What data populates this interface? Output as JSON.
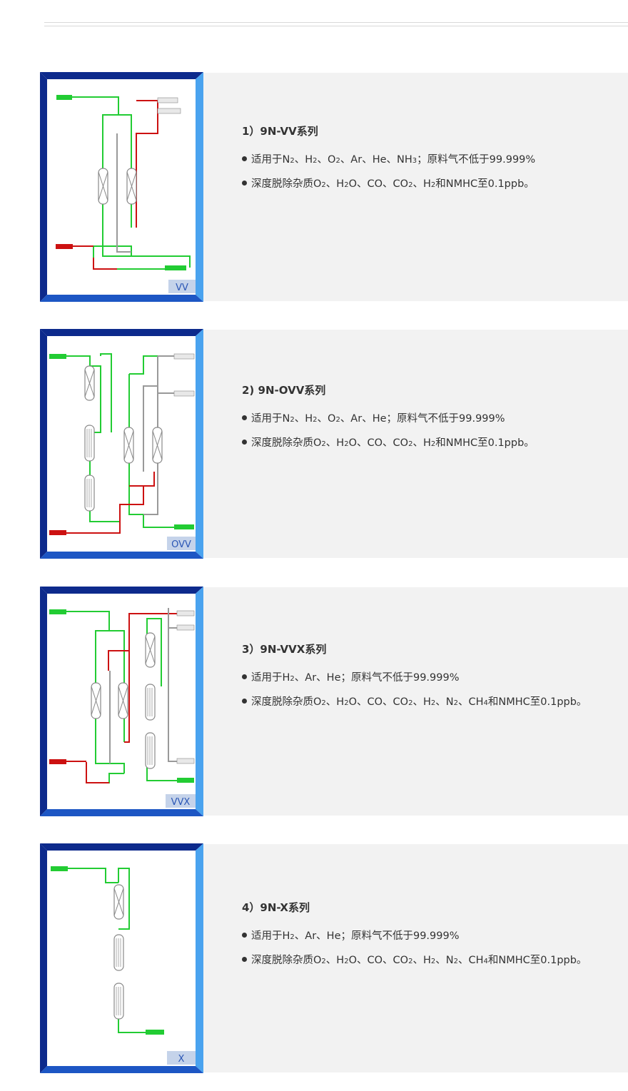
{
  "series": [
    {
      "title": "1）9N-VV系列",
      "diagram_label": "VV",
      "bullets": [
        [
          "适用于N",
          "2",
          "、H",
          "2",
          "、O",
          "2",
          "、Ar、He、NH",
          "3",
          "；原料气不低于99.999%"
        ],
        [
          "深度脱除杂质O",
          "2",
          "、H",
          "2",
          "O、CO、CO",
          "2",
          "、H",
          "2",
          "和NMHC至0.1ppb。"
        ]
      ]
    },
    {
      "title": "2) 9N-OVV系列",
      "diagram_label": "OVV",
      "bullets": [
        [
          "适用于N",
          "2",
          "、H",
          "2",
          "、O",
          "2",
          "、Ar、He；原料气不低于99.999%"
        ],
        [
          "深度脱除杂质O",
          "2",
          "、H",
          "2",
          "O、CO、CO",
          "2",
          "、H",
          "2",
          "和NMHC至0.1ppb。"
        ]
      ]
    },
    {
      "title": "3）9N-VVX系列",
      "diagram_label": "VVX",
      "bullets": [
        [
          "适用于H",
          "2",
          "、Ar、He；原料气不低于99.999%"
        ],
        [
          "深度脱除杂质O",
          "2",
          "、H",
          "2",
          "O、CO、CO",
          "2",
          "、H",
          "2",
          "、N",
          "2",
          "、CH",
          "4",
          "和NMHC至0.1ppb。"
        ]
      ]
    },
    {
      "title": "4）9N-X系列",
      "diagram_label": "X",
      "bullets": [
        [
          "适用于H",
          "2",
          "、Ar、He；原料气不低于99.999%"
        ],
        [
          "深度脱除杂质O",
          "2",
          "、H",
          "2",
          "O、CO、CO",
          "2",
          "、H",
          "2",
          "、N",
          "2",
          "、CH",
          "4",
          "和NMHC至0.1ppb。"
        ]
      ]
    }
  ],
  "colors": {
    "frame_outer": "#0d2a8c",
    "frame_inner": "#2f7be0",
    "frame_light": "#6fc4f6",
    "feed_line": "#22cc33",
    "regen_line": "#cc1111",
    "vent_line": "#999999",
    "label_bg": "#c5d3ea",
    "label_text": "#2b56b5"
  }
}
